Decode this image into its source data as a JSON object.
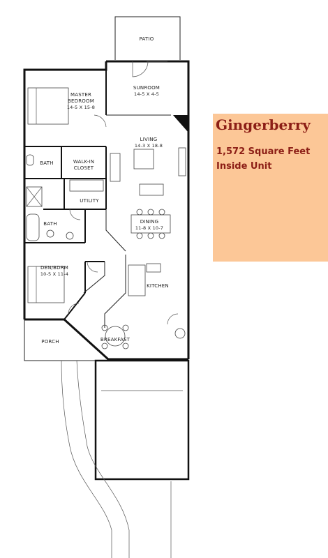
{
  "info": {
    "name": "Gingerberry",
    "area": "1,572 Square Feet",
    "unit_note": "Inside Unit",
    "accent_color": "#8c1e16",
    "panel_color": "#fcc797"
  },
  "rooms": {
    "patio": {
      "name": "PATIO"
    },
    "sunroom": {
      "name": "SUNROOM",
      "dims": "14-5 X 4-5"
    },
    "master": {
      "name": "MASTER",
      "name2": "BEDROOM",
      "dims": "14-5 X 15-8"
    },
    "living": {
      "name": "LIVING",
      "dims": "14-3 X 18-8"
    },
    "bath1": {
      "name": "BATH"
    },
    "closet": {
      "name": "WALK-IN",
      "name2": "CLOSET"
    },
    "utility": {
      "name": "UTILITY"
    },
    "bath2": {
      "name": "BATH"
    },
    "dining": {
      "name": "DINING",
      "dims": "11-8 X 10-7"
    },
    "den": {
      "name": "DEN/BDRM",
      "dims": "10-5 X 11-4"
    },
    "kitchen": {
      "name": "KITCHEN"
    },
    "breakfast": {
      "name": "BREAKFAST"
    },
    "porch": {
      "name": "PORCH"
    }
  }
}
